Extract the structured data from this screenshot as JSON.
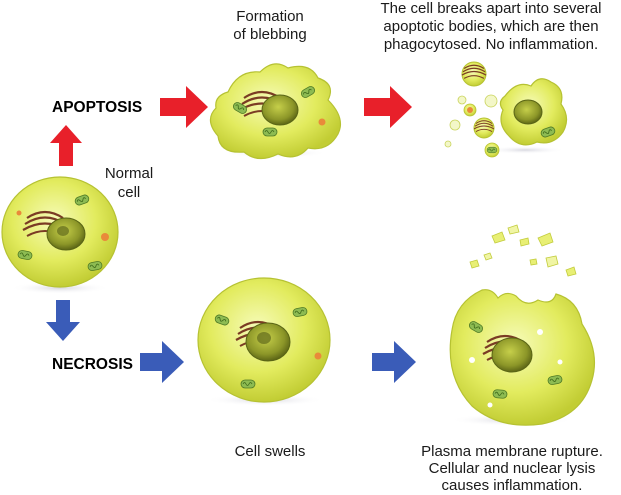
{
  "labels": {
    "apoptosis": "APOPTOSIS",
    "necrosis": "NECROSIS",
    "normal_cell_1": "Normal",
    "normal_cell_2": "cell",
    "blebbing_1": "Formation",
    "blebbing_2": "of blebbing",
    "apoptotic_1": "The cell breaks apart into several",
    "apoptotic_2": "apoptotic bodies, which are then",
    "apoptotic_3": "phagocytosed.  No inflammation.",
    "swells": "Cell swells",
    "rupture_1": "Plasma membrane rupture.",
    "rupture_2": "Cellular and nuclear lysis",
    "rupture_3": "causes inflammation."
  },
  "colors": {
    "apoptosis_arrow": "#e8202a",
    "necrosis_arrow": "#3a5cb8",
    "cell_fill": "#e4ec6a",
    "cell_edge": "#b9c43a",
    "nucleus": "#8f9a2e",
    "organelle_brown": "#7a3b24",
    "mitochondria": "#7fae4a"
  }
}
